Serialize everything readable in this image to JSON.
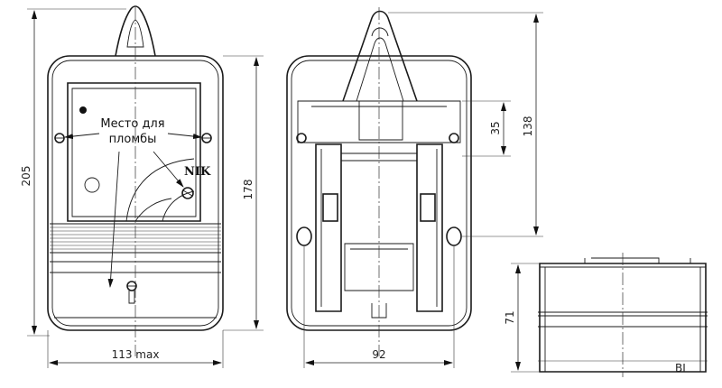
{
  "dimensions": {
    "overall_height": "205",
    "body_height": "178",
    "front_width": "113 max",
    "hole_spacing": "35",
    "hanger_to_lower": "138",
    "back_width": "92",
    "depth": "71"
  },
  "annotations": {
    "seal_label_line1": "Место для",
    "seal_label_line2": "пломбы",
    "brand_logo": "NIK",
    "corner_mark": "BI"
  }
}
